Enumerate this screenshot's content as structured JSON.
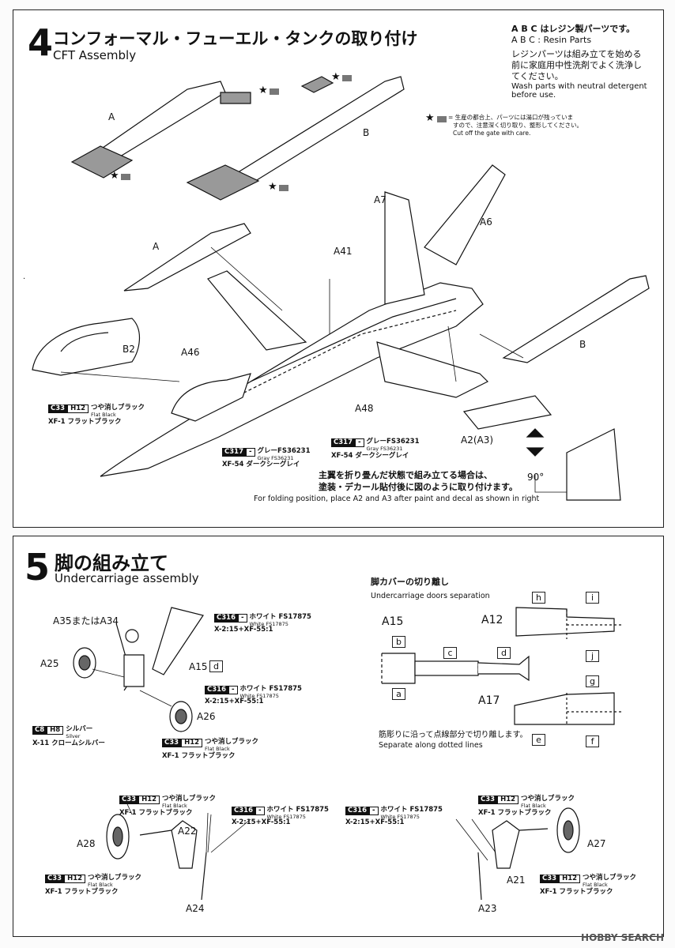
{
  "step4": {
    "number": "4",
    "title_jp": "コンフォーマル・フューエル・タンクの取り付け",
    "title_en": "CFT Assembly",
    "resin_note": {
      "jp": "A B C はレジン製パーツです。",
      "en": "A B C : Resin Parts",
      "wash_jp_1": "レジンパーツは組み立てを始める",
      "wash_jp_2": "前に家庭用中性洗剤でよく洗浄し",
      "wash_jp_3": "てください。",
      "wash_en_1": "Wash parts with neutral detergent",
      "wash_en_2": "before use."
    },
    "gate_note": {
      "jp_1": "= 生産の都合上、パーツには湯口が残っていま",
      "jp_2": "すので、注意深く切り取り、整形してください。",
      "en": "Cut off the gate with care."
    },
    "parts": [
      "A",
      "B",
      "A",
      "B2",
      "A46",
      "A7",
      "A6",
      "A41",
      "B",
      "A48",
      "A2(A3)"
    ],
    "paint_flat_black": {
      "code": "C33",
      "code2": "H12",
      "jp": "つや消しブラック",
      "en": "Flat Black",
      "mix": "XF-1 フラットブラック"
    },
    "paint_gray_1": {
      "code": "C317",
      "code2": "-",
      "jp": "グレーFS36231",
      "en": "Gray FS36231",
      "mix": "XF-54 ダークシーグレイ"
    },
    "paint_gray_2": {
      "code": "C317",
      "code2": "-",
      "jp": "グレーFS36231",
      "en": "Gray FS36231",
      "mix": "XF-54 ダークシーグレイ"
    },
    "fold_note_jp_1": "主翼を折り畳んだ状態で組み立てる場合は、",
    "fold_note_jp_2": "塗装・デカール貼付後に図のように取り付けます。",
    "fold_note_en": "For folding position, place A2 and A3 after paint and decal as shown in right",
    "angle": "90°"
  },
  "step5": {
    "number": "5",
    "title_jp": "脚の組み立て",
    "title_en": "Undercarriage assembly",
    "nose": {
      "labels": [
        "A35またはA34",
        "A25",
        "A15",
        "A26"
      ],
      "box_d": "d",
      "paint_white_1": {
        "code": "C316",
        "code2": "-",
        "jp": "ホワイト FS17875",
        "en": "White FS17875",
        "mix": "X-2:15+XF-55:1"
      },
      "paint_white_2": {
        "code": "C316",
        "code2": "-",
        "jp": "ホワイト FS17875",
        "en": "White FS17875",
        "mix": "X-2:15+XF-55:1"
      },
      "paint_silver": {
        "code": "C8",
        "code2": "H8",
        "jp": "シルバー",
        "en": "Silver",
        "mix": "X-11 クロームシルバー"
      },
      "paint_black": {
        "code": "C33",
        "code2": "H12",
        "jp": "つや消しブラック",
        "en": "Flat Black",
        "mix": "XF-1 フラットブラック"
      }
    },
    "doors": {
      "title_jp": "脚カバーの切り離し",
      "title_en": "Undercarriage doors separation",
      "a15": "A15",
      "a12": "A12",
      "a17": "A17",
      "boxes": [
        "b",
        "a",
        "c",
        "d",
        "h",
        "i",
        "j",
        "g",
        "e",
        "f"
      ],
      "cut_jp": "筋彫りに沿って点線部分で切り離します。",
      "cut_en": "Separate along dotted lines"
    },
    "main_left": {
      "labels": [
        "A28",
        "A22",
        "A24"
      ],
      "paint_black_top": {
        "code": "C33",
        "code2": "H12",
        "jp": "つや消しブラック",
        "en": "Flat Black",
        "mix": "XF-1 フラットブラック"
      },
      "paint_white": {
        "code": "C316",
        "code2": "-",
        "jp": "ホワイト FS17875",
        "en": "White FS17875",
        "mix": "X-2:15+XF-55:1"
      },
      "paint_black_bottom": {
        "code": "C33",
        "code2": "H12",
        "jp": "つや消しブラック",
        "en": "Flat Black",
        "mix": "XF-1 フラットブラック"
      }
    },
    "main_right": {
      "labels": [
        "A27",
        "A21",
        "A23"
      ],
      "paint_white": {
        "code": "C316",
        "code2": "-",
        "jp": "ホワイト FS17875",
        "en": "White FS17875",
        "mix": "X-2:15+XF-55:1"
      },
      "paint_black_top": {
        "code": "C33",
        "code2": "H12",
        "jp": "つや消しブラック",
        "en": "Flat Black",
        "mix": "XF-1 フラットブラック"
      },
      "paint_black_bottom": {
        "code": "C33",
        "code2": "H12",
        "jp": "つや消しブラック",
        "en": "Flat Black",
        "mix": "XF-1 フラットブラック"
      }
    }
  },
  "watermark": "HOBBY SEARCH"
}
